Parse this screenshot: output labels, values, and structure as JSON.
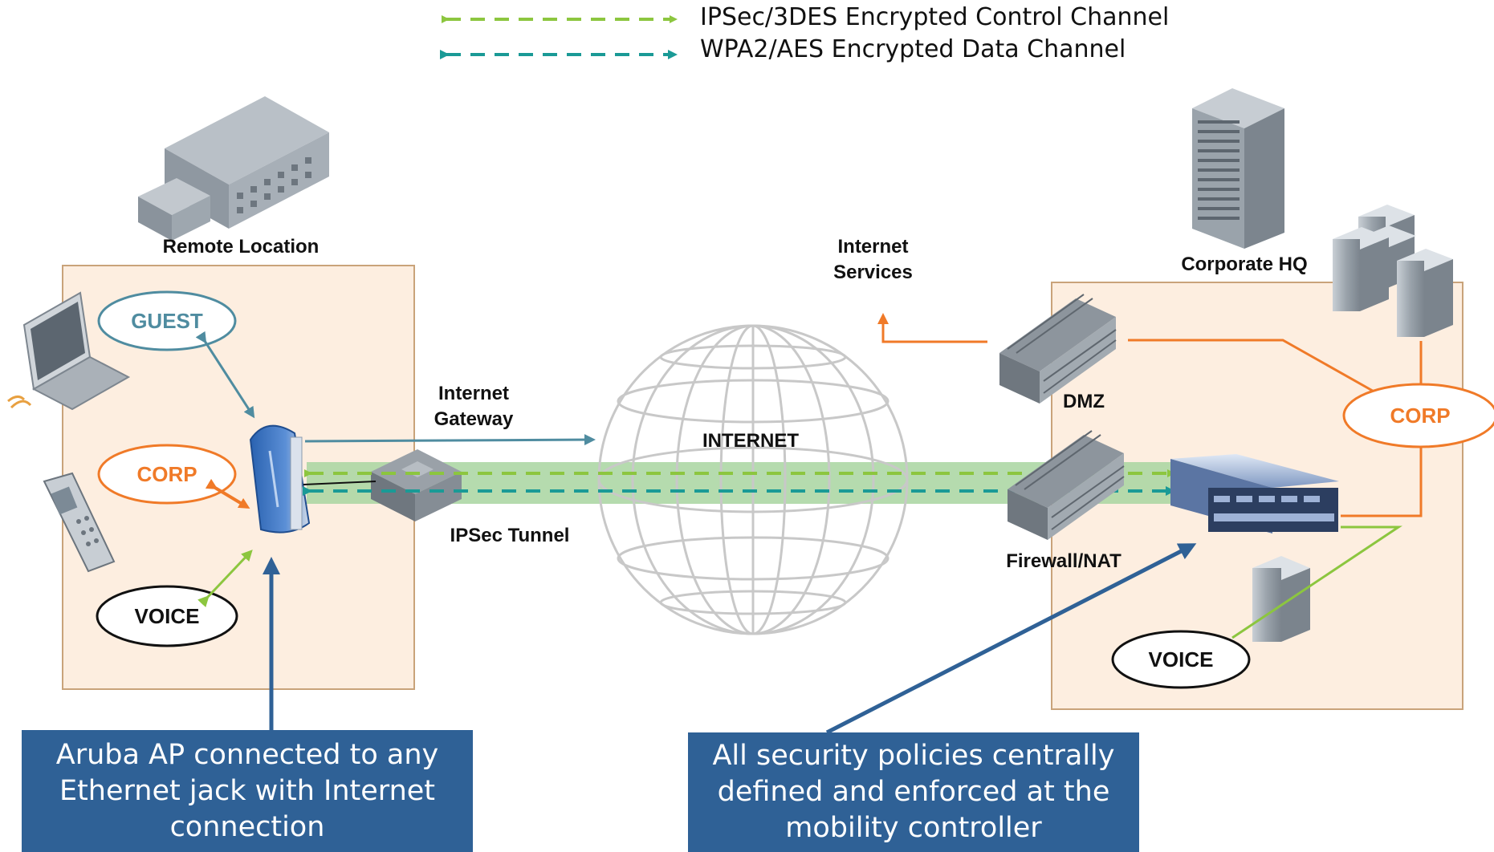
{
  "legend": {
    "control_channel": "IPSec/3DES Encrypted Control Channel",
    "data_channel": "WPA2/AES Encrypted Data Channel"
  },
  "remote": {
    "title": "Remote Location",
    "guest": "GUEST",
    "corp": "CORP",
    "voice": "VOICE"
  },
  "middle": {
    "internet_gateway_line1": "Internet",
    "internet_gateway_line2": "Gateway",
    "ipsec_tunnel": "IPSec Tunnel",
    "internet": "INTERNET",
    "internet_services_line1": "Internet",
    "internet_services_line2": "Services"
  },
  "hq": {
    "title": "Corporate HQ",
    "dmz": "DMZ",
    "firewall": "Firewall/NAT",
    "corp": "CORP",
    "voice": "VOICE"
  },
  "callouts": {
    "left_line1": "Aruba AP connected to any",
    "left_line2": "Ethernet jack with Internet",
    "left_line3": "connection",
    "right_line1": "All security policies centrally",
    "right_line2": "defined and enforced at the",
    "right_line3": "mobility controller"
  },
  "colors": {
    "control_channel": "#8cc63f",
    "data_channel": "#1a9a96",
    "tunnel_band": "#a8d5a0",
    "corp_orange": "#f07a28",
    "guest_teal": "#4f8ca0",
    "callout_blue": "#2f6196",
    "location_fill": "#fdeee0",
    "location_border": "#c9a37a"
  },
  "icons": [
    "office-building-icon",
    "corporate-tower-icon",
    "laptop-icon",
    "cordless-phone-icon",
    "access-point-icon",
    "router-icon",
    "globe-icon",
    "brick-wall-icon",
    "server-rack-icon",
    "mobility-controller-icon"
  ]
}
